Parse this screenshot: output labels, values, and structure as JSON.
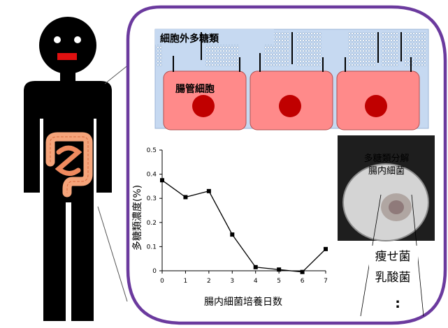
{
  "cell_diagram": {
    "polysaccharide_label": "細胞外多糖類",
    "cell_label": "腸管細胞",
    "colors": {
      "sky": "#c6d9f1",
      "cell": "#ff8a8a",
      "nucleus": "#c00000",
      "frame": "#6b3a9e"
    }
  },
  "photo": {
    "caption_line1": "多糖類分解",
    "caption_line2": "腸内細菌"
  },
  "bacteria_list": {
    "line1": "痩せ菌",
    "line2": "乳酸菌",
    "line3": ":"
  },
  "chart_data": {
    "type": "line",
    "x": [
      0,
      1,
      2,
      3,
      4,
      5,
      6,
      7
    ],
    "y": [
      0.375,
      0.305,
      0.33,
      0.15,
      0.015,
      0.005,
      -0.005,
      0.09
    ],
    "xlabel": "腸内細菌培養日数",
    "ylabel": "多糖類濃度(%)",
    "xticks": [
      "0",
      "1",
      "2",
      "3",
      "4",
      "5",
      "6",
      "7"
    ],
    "yticks": [
      "0",
      "0.1",
      "0.2",
      "0.3",
      "0.4",
      "0.5"
    ],
    "xlim": [
      0,
      7
    ],
    "ylim": [
      0,
      0.5
    ],
    "grid": false
  }
}
